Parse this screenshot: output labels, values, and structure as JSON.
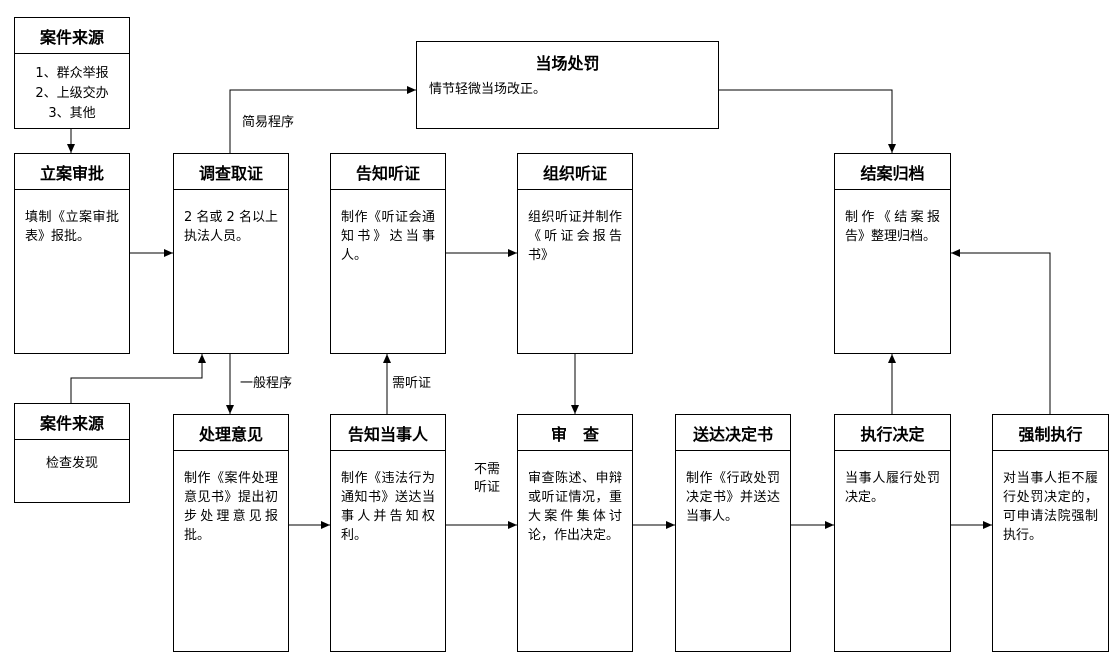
{
  "boxes": {
    "case_source_top": {
      "title": "案件来源",
      "body": "1、群众举报\n2、上级交办\n3、其他"
    },
    "filing_approval": {
      "title": "立案审批",
      "body": "填制《立案审批表》报批。"
    },
    "investigation": {
      "title": "调查取证",
      "body": "2 名或 2 名以上执法人员。"
    },
    "hearing_notice": {
      "title": "告知听证",
      "body": "制作《听证会通知书》达当事人。"
    },
    "organize_hearing": {
      "title": "组织听证",
      "body": "组织听证并制作《听证会报告书》"
    },
    "spot_penalty": {
      "title": "当场处罚",
      "body": "情节轻微当场改正。"
    },
    "case_closing": {
      "title": "结案归档",
      "body": "制作《结案报告》整理归档。"
    },
    "case_source_bottom": {
      "title": "案件来源",
      "body": "检查发现"
    },
    "handling_opinion": {
      "title": "处理意见",
      "body": "制作《案件处理意见书》提出初步处理意见报批。"
    },
    "notify_party": {
      "title": "告知当事人",
      "body": "制作《违法行为通知书》送达当事人并告知权利。"
    },
    "review": {
      "title": "审　查",
      "body": "审查陈述、申辩或听证情况，重大案件集体讨论，作出决定。"
    },
    "deliver_decision": {
      "title": "送达决定书",
      "body": "制作《行政处罚决定书》并送达当事人。"
    },
    "execute_decision": {
      "title": "执行决定",
      "body": "当事人履行处罚决定。"
    },
    "forced_execution": {
      "title": "强制执行",
      "body": "对当事人拒不履行处罚决定的，可申请法院强制执行。"
    }
  },
  "labels": {
    "simple_procedure": "简易程序",
    "general_procedure": "一般程序",
    "need_hearing": "需听证",
    "no_hearing": "不需\n听证"
  }
}
